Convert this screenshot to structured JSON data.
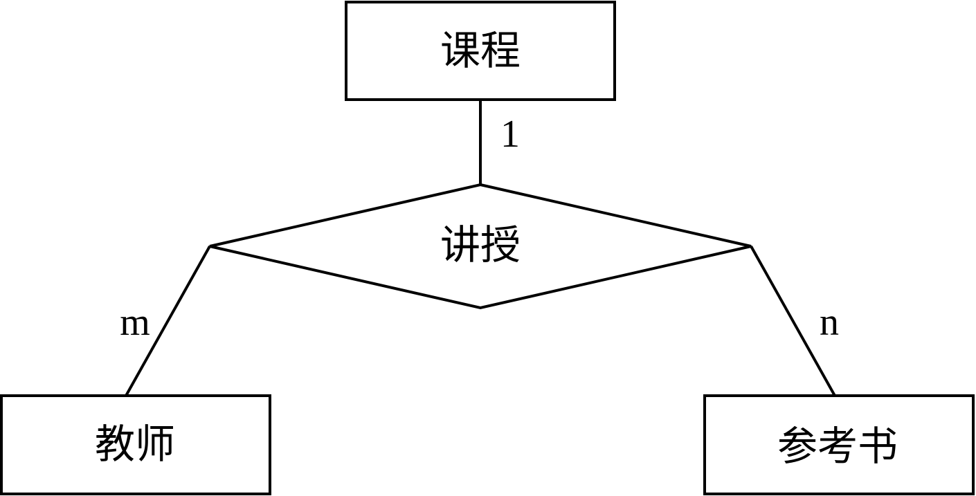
{
  "entities": {
    "course": {
      "label": "课程"
    },
    "teacher": {
      "label": "教师"
    },
    "reference_book": {
      "label": "参考书"
    }
  },
  "relationship": {
    "label": "讲授"
  },
  "cardinalities": {
    "course": "1",
    "teacher": "m",
    "reference_book": "n"
  }
}
